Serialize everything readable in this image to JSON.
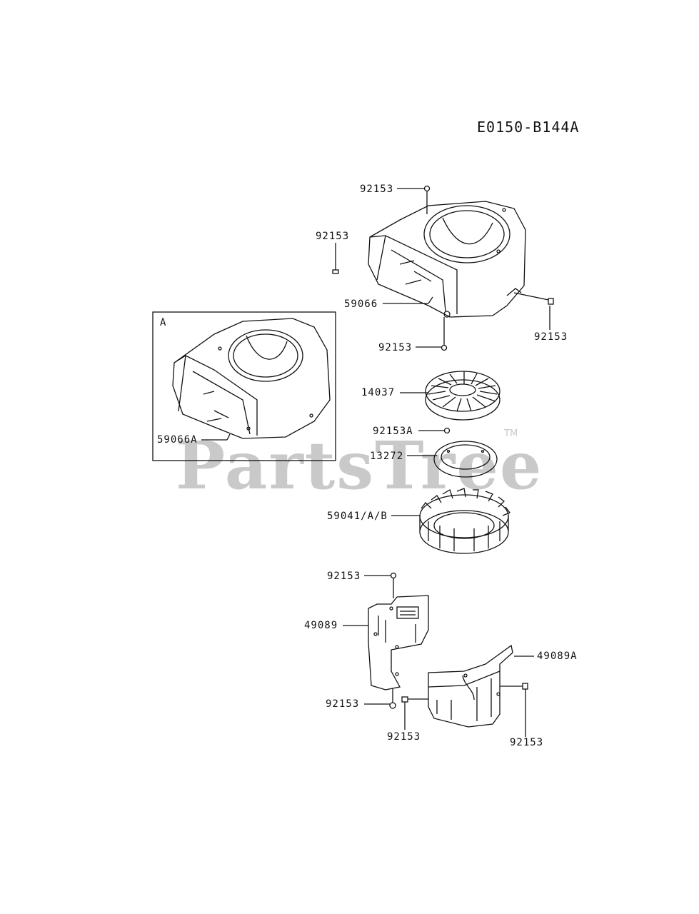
{
  "diagram": {
    "code": "E0150-B144A",
    "watermark": "PartsTree",
    "trademark": "TM",
    "inset_label": "A",
    "parts": {
      "p92153_top": "92153",
      "p92153_left": "92153",
      "p59066": "59066",
      "p92153_right": "92153",
      "p92153_under": "92153",
      "p59066A": "59066A",
      "p14037": "14037",
      "p92153A": "92153A",
      "p13272": "13272",
      "p59041": "59041/A/B",
      "p92153_shield_top": "92153",
      "p49089": "49089",
      "p49089A": "49089A",
      "p92153_shield_bottom": "92153",
      "p92153_bottom_center": "92153",
      "p92153_bottom_right": "92153"
    }
  }
}
